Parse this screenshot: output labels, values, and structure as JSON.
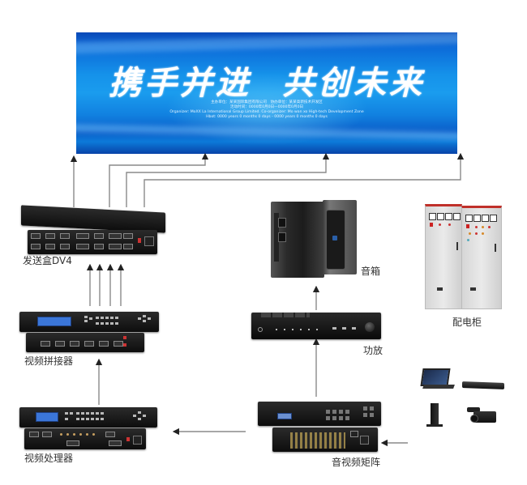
{
  "banner": {
    "slogan_part1": "携手并进",
    "slogan_part2": "共创未来",
    "sub_line1": "主办单位：某某国际集团有限公司　协办单位：某某高新技术开发区",
    "sub_line2": "活动时间：0000年0月0日—0000年0月0日",
    "sub_line3": "Organizer: MoXX La International Group Limited.   Co-organizer: Mo wan xo High-tech Development Zone",
    "sub_line4": "Hbot: 0000 years 0 months 0 days - 0000 years 0 months 0 days",
    "colors": {
      "dark": "#0a49b8",
      "light": "#1a9cee"
    }
  },
  "devices": {
    "sender_box": {
      "label": "发送盒DV4"
    },
    "video_splicer": {
      "label": "视频拼接器"
    },
    "video_processor": {
      "label": "视频处理器"
    },
    "speaker": {
      "label": "音箱"
    },
    "amplifier": {
      "label": "功放"
    },
    "av_matrix": {
      "label": "音视频矩阵"
    },
    "power_cabinet": {
      "label": "配电柜"
    },
    "sources": {
      "items": [
        "laptop",
        "dvd-player",
        "mini-pc",
        "camcorder"
      ]
    }
  },
  "connections": [
    {
      "from": "sender_box",
      "to": "banner"
    },
    {
      "from": "sender_box",
      "to": "banner"
    },
    {
      "from": "sender_box",
      "to": "banner"
    },
    {
      "from": "sender_box",
      "to": "banner"
    },
    {
      "from": "video_splicer",
      "to": "sender_box",
      "count": 4
    },
    {
      "from": "video_processor",
      "to": "video_splicer"
    },
    {
      "from": "av_matrix",
      "to": "video_processor"
    },
    {
      "from": "av_matrix",
      "to": "amplifier"
    },
    {
      "from": "amplifier",
      "to": "speaker"
    },
    {
      "from": "sources",
      "to": "av_matrix"
    }
  ],
  "line_color": "#8a8a8a"
}
